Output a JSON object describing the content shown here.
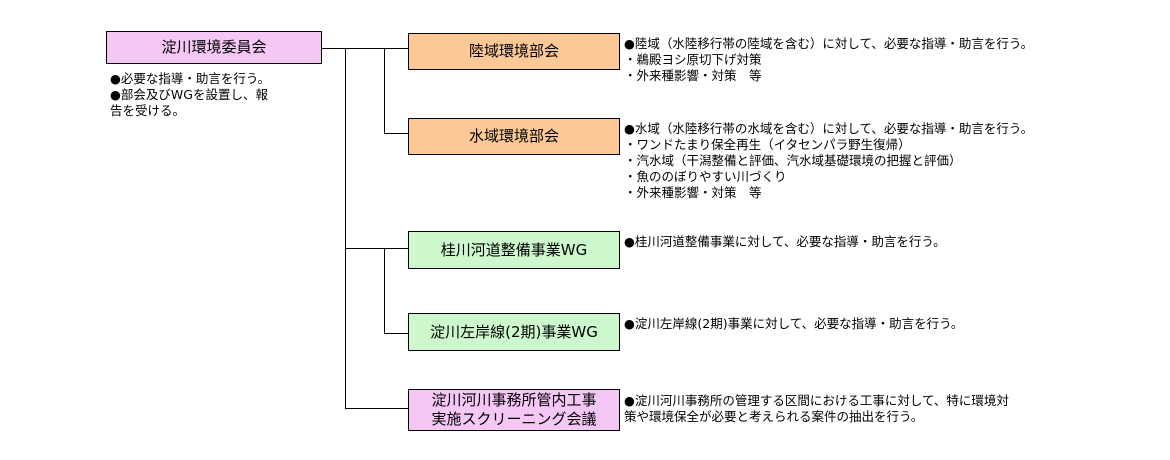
{
  "root": {
    "label": "淀川環境委員会",
    "desc": [
      "●必要な指導・助言を行う。",
      "●部会及びWGを設置し、報",
      "告を受ける。"
    ]
  },
  "nodes": [
    {
      "id": "rikuiki",
      "label_lines": [
        "陸域環境部会"
      ],
      "color": "#fbc896",
      "desc": [
        "●陸域（水陸移行帯の陸域を含む）に対して、必要な指導・助言を行う。",
        "・鵜殿ヨシ原切下げ対策",
        "・外来種影響・対策　等"
      ]
    },
    {
      "id": "suiiki",
      "label_lines": [
        "水域環境部会"
      ],
      "color": "#fbc896",
      "desc": [
        "●水域（水陸移行帯の水域を含む）に対して、必要な指導・助言を行う。",
        "・ワンドたまり保全再生（イタセンパラ野生復帰）",
        "・汽水域（干潟整備と評価、汽水域基礎環境の把握と評価）",
        "・魚ののぼりやすい川づくり",
        "・外来種影響・対策　等"
      ]
    },
    {
      "id": "katsura",
      "label_lines": [
        "桂川河道整備事業WG"
      ],
      "color": "#cdf7cd",
      "desc": [
        "●桂川河道整備事業に対して、必要な指導・助言を行う。"
      ]
    },
    {
      "id": "sagan",
      "label_lines": [
        "淀川左岸線(2期)事業WG"
      ],
      "color": "#cdf7cd",
      "desc": [
        "●淀川左岸線(2期)事業に対して、必要な指導・助言を行う。"
      ]
    },
    {
      "id": "screening",
      "label_lines": [
        "淀川河川事務所管内工事",
        "実施スクリーニング会議"
      ],
      "color": "#f5c7f5",
      "desc": [
        "●淀川河川事務所の管理する区間における工事に対して、特に環境対",
        "策や環境保全が必要と考えられる案件の抽出を行う。"
      ]
    }
  ]
}
